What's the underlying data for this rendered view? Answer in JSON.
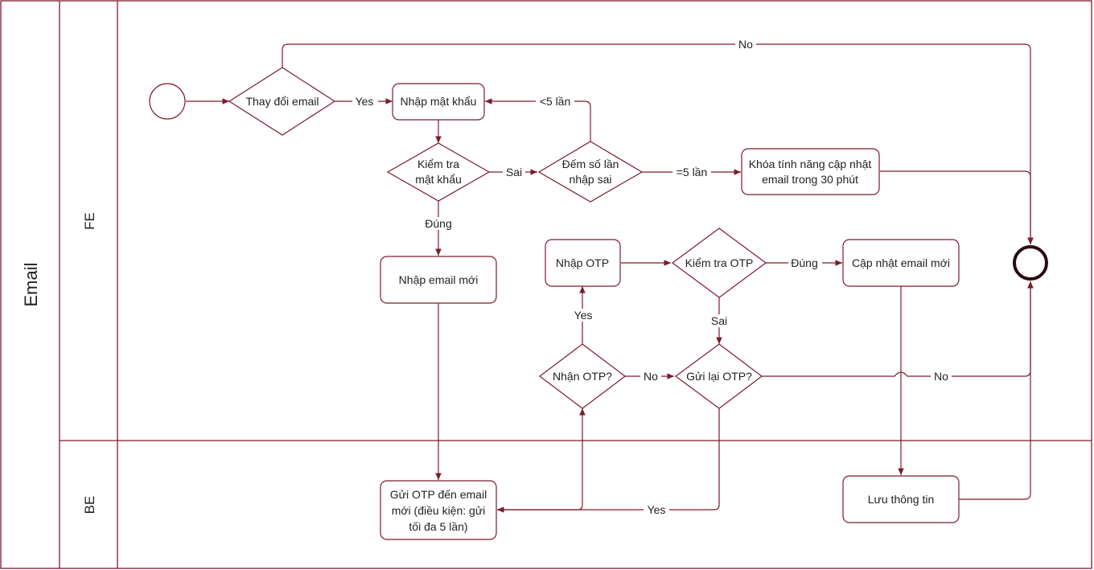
{
  "pool": {
    "label": "Email"
  },
  "lanes": {
    "fe": "FE",
    "be": "BE"
  },
  "nodes": {
    "start": "",
    "change_email": "Thay đổi email",
    "enter_password": "Nhập mật khẩu",
    "check_password": [
      "Kiểm tra",
      "mật khẩu"
    ],
    "count_wrong": [
      "Đếm số lần",
      "nhập sai"
    ],
    "lock_feature": [
      "Khóa tính năng cập nhật",
      "email trong 30 phút"
    ],
    "enter_new_email": "Nhập email mới",
    "enter_otp": "Nhập OTP",
    "check_otp": "Kiểm tra OTP",
    "update_email": "Cập nhật email mới",
    "received_otp": "Nhận OTP?",
    "resend_otp": "Gửi lại OTP?",
    "send_otp": [
      "Gửi OTP đến email",
      "mới (điều kiện: gửi",
      "tối đa 5 lần)"
    ],
    "save_info": "Lưu thông tin",
    "end": ""
  },
  "edge_labels": {
    "no_top": "No",
    "yes_change": "Yes",
    "lt5": "<5 lần",
    "sai_check": "Sai",
    "eq5": "=5 lần",
    "dung_check": "Đúng",
    "dung_otp": "Đúng",
    "sai_otp": "Sai",
    "yes_received": "Yes",
    "no_received": "No",
    "no_resend": "No",
    "yes_resend": "Yes"
  },
  "colors": {
    "stroke": "#7b1c2e",
    "fill": "#ffffff",
    "text": "#222222"
  }
}
